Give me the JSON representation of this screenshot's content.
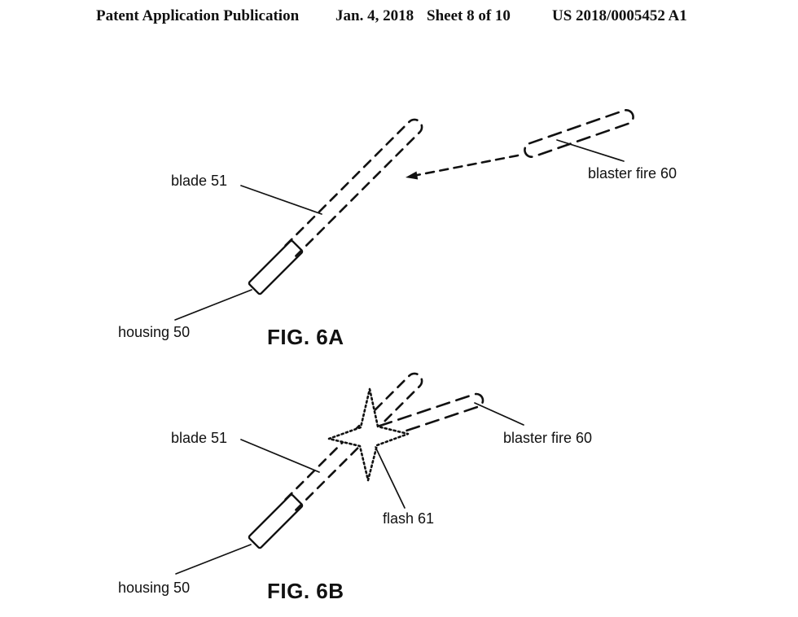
{
  "page": {
    "background": "#ffffff",
    "ink_color": "#111111"
  },
  "header": {
    "publication": "Patent Application Publication",
    "date": "Jan. 4, 2018",
    "sheet": "Sheet 8 of 10",
    "patent_number": "US 2018/0005452 A1"
  },
  "fig6a": {
    "caption": "FIG. 6A",
    "labels": {
      "blade": "blade 51",
      "housing": "housing 50",
      "blaster": "blaster fire 60"
    }
  },
  "fig6b": {
    "caption": "FIG. 6B",
    "labels": {
      "blade": "blade 51",
      "housing": "housing 50",
      "blaster": "blaster fire 60",
      "flash": "flash 61"
    }
  }
}
